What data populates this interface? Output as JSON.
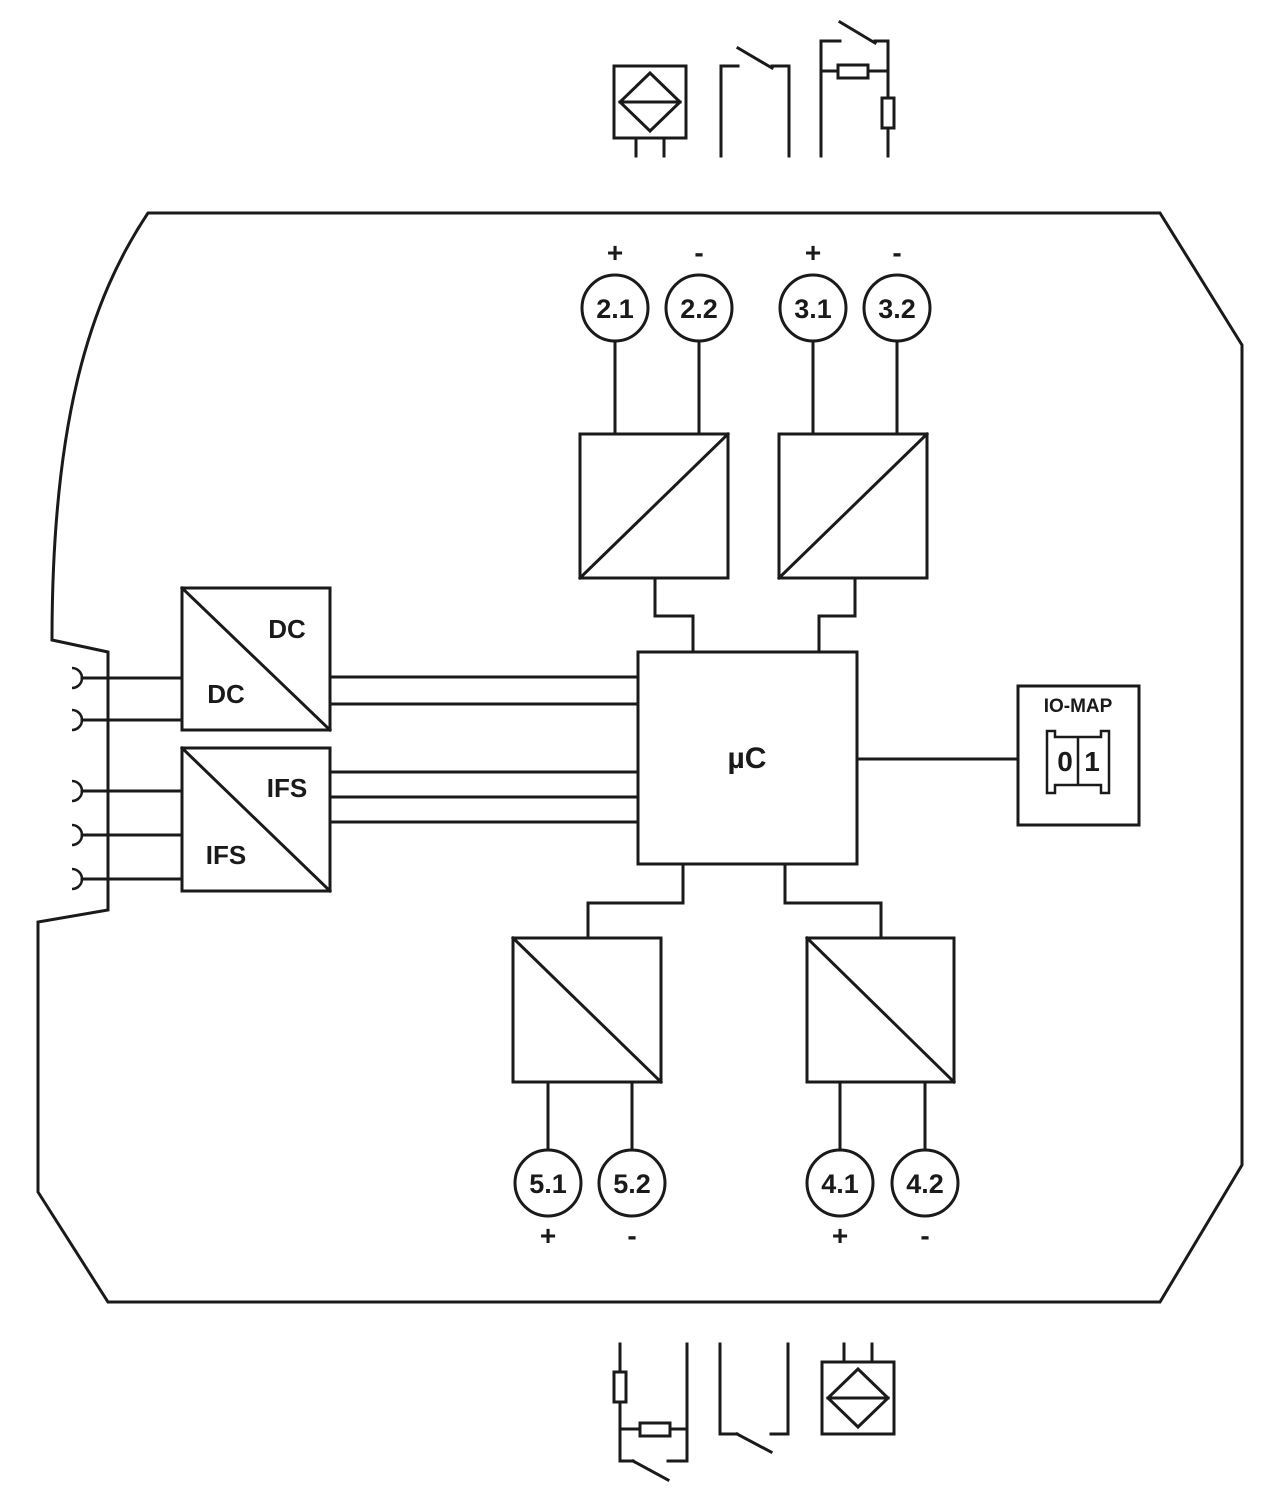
{
  "terminals": {
    "t2_1": {
      "label": "2.1",
      "sign": "+"
    },
    "t2_2": {
      "label": "2.2",
      "sign": "-"
    },
    "t3_1": {
      "label": "3.1",
      "sign": "+"
    },
    "t3_2": {
      "label": "3.2",
      "sign": "-"
    },
    "t5_1": {
      "label": "5.1",
      "sign": "+"
    },
    "t5_2": {
      "label": "5.2",
      "sign": "-"
    },
    "t4_1": {
      "label": "4.1",
      "sign": "+"
    },
    "t4_2": {
      "label": "4.2",
      "sign": "-"
    }
  },
  "blocks": {
    "dc_converter": {
      "top": "DC",
      "bottom": "DC"
    },
    "ifs_converter": {
      "top": "IFS",
      "bottom": "IFS"
    },
    "microcontroller": {
      "label": "µC"
    },
    "io_map": {
      "label": "IO-MAP",
      "switch_left": "0",
      "switch_right": "1"
    }
  }
}
